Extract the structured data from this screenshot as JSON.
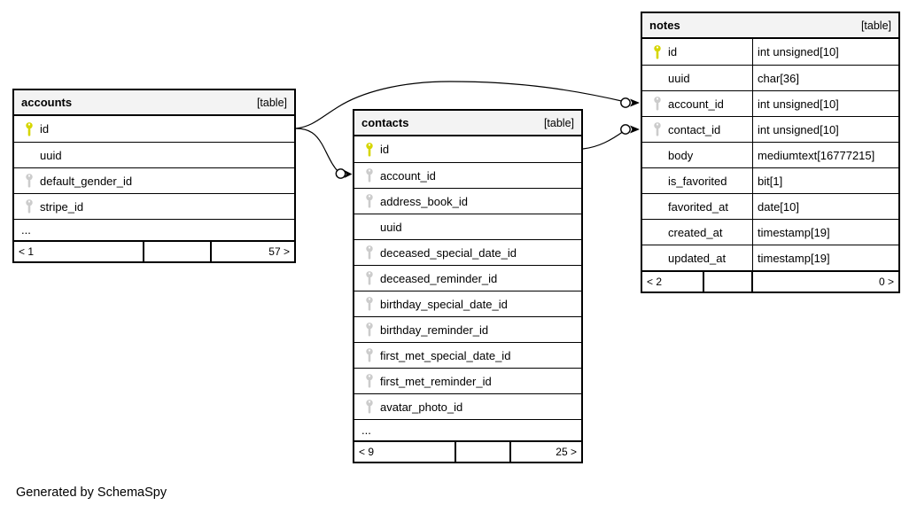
{
  "page": {
    "footer_note": "Generated by SchemaSpy"
  },
  "colors": {
    "primary_key_icon": "#d6d600",
    "foreign_key_icon": "#cccccc",
    "header_bg": "#f3f3f3",
    "border": "#000000",
    "relationship_line": "#000000"
  },
  "tables": [
    {
      "name": "accounts",
      "badge": "[table]",
      "columns": [
        {
          "name": "id",
          "key": "primary"
        },
        {
          "name": "uuid",
          "key": "none"
        },
        {
          "name": "default_gender_id",
          "key": "foreign"
        },
        {
          "name": "stripe_id",
          "key": "foreign"
        }
      ],
      "ellipsis_label": "...",
      "footer": {
        "left": "< 1",
        "middle": "",
        "right": "57 >"
      }
    },
    {
      "name": "contacts",
      "badge": "[table]",
      "columns": [
        {
          "name": "id",
          "key": "primary"
        },
        {
          "name": "account_id",
          "key": "foreign"
        },
        {
          "name": "address_book_id",
          "key": "foreign"
        },
        {
          "name": "uuid",
          "key": "none"
        },
        {
          "name": "deceased_special_date_id",
          "key": "foreign"
        },
        {
          "name": "deceased_reminder_id",
          "key": "foreign"
        },
        {
          "name": "birthday_special_date_id",
          "key": "foreign"
        },
        {
          "name": "birthday_reminder_id",
          "key": "foreign"
        },
        {
          "name": "first_met_special_date_id",
          "key": "foreign"
        },
        {
          "name": "first_met_reminder_id",
          "key": "foreign"
        },
        {
          "name": "avatar_photo_id",
          "key": "foreign"
        }
      ],
      "ellipsis_label": "...",
      "footer": {
        "left": "< 9",
        "middle": "",
        "right": "25 >"
      }
    },
    {
      "name": "notes",
      "badge": "[table]",
      "columns": [
        {
          "name": "id",
          "key": "primary",
          "type": "int unsigned[10]"
        },
        {
          "name": "uuid",
          "key": "none",
          "type": "char[36]"
        },
        {
          "name": "account_id",
          "key": "foreign",
          "type": "int unsigned[10]"
        },
        {
          "name": "contact_id",
          "key": "foreign",
          "type": "int unsigned[10]"
        },
        {
          "name": "body",
          "key": "none",
          "type": "mediumtext[16777215]"
        },
        {
          "name": "is_favorited",
          "key": "none",
          "type": "bit[1]"
        },
        {
          "name": "favorited_at",
          "key": "none",
          "type": "date[10]"
        },
        {
          "name": "created_at",
          "key": "none",
          "type": "timestamp[19]"
        },
        {
          "name": "updated_at",
          "key": "none",
          "type": "timestamp[19]"
        }
      ],
      "ellipsis_label": "",
      "footer": {
        "left": "< 2",
        "middle": "",
        "right": "0 >"
      }
    }
  ],
  "relationships": [
    {
      "from": "accounts.id",
      "to": "contacts.account_id"
    },
    {
      "from": "accounts.id",
      "to": "notes.account_id"
    },
    {
      "from": "contacts.id",
      "to": "notes.contact_id"
    }
  ]
}
